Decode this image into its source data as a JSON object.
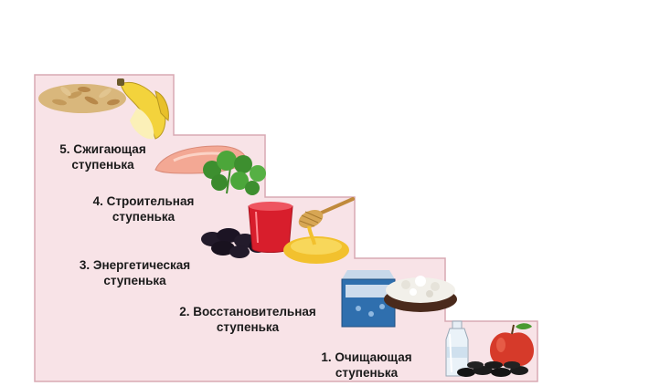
{
  "steps": [
    {
      "level": 5,
      "line1": "5. Сжигающая",
      "line2": "ступенька",
      "foods": [
        "oats-icon",
        "banana-icon"
      ]
    },
    {
      "level": 4,
      "line1": "4. Строительная",
      "line2": "ступенька",
      "foods": [
        "meat-icon",
        "parsley-icon"
      ]
    },
    {
      "level": 3,
      "line1": "3. Энергетическая",
      "line2": "ступенька",
      "foods": [
        "juice-glass-icon",
        "honey-icon",
        "prunes-icon"
      ]
    },
    {
      "level": 2,
      "line1": "2. Восстановительная",
      "line2": "ступенька",
      "foods": [
        "milk-carton-icon",
        "cottage-cheese-icon"
      ]
    },
    {
      "level": 1,
      "line1": "1. Очищающая",
      "line2": "ступенька",
      "foods": [
        "water-bottle-icon",
        "apple-icon",
        "charcoal-icon"
      ]
    }
  ],
  "colors": {
    "step_fill": "#f8e3e7",
    "step_edge": "#d8a9b3",
    "honey": "#f2c12e",
    "juice": "#d81e2c",
    "apple": "#d63a2a"
  }
}
